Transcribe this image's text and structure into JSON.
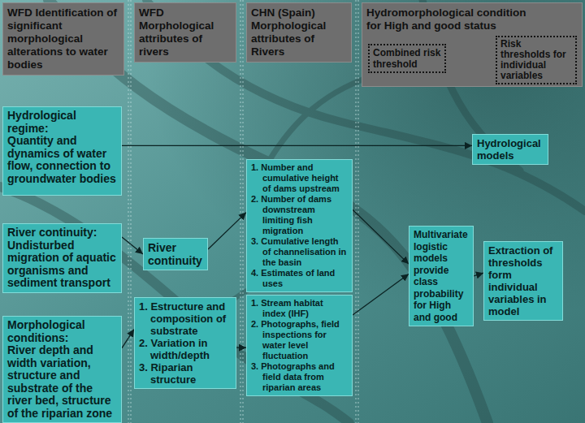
{
  "diagram": {
    "nodes": [
      {
        "text": [
          "WFD Identification of significant morphological alterations to water bodies"
        ]
      },
      {
        "text": [
          "WFD Morphological attributes of rivers"
        ]
      },
      {
        "text": [
          "CHN (Spain) Morphological attributes of Rivers"
        ]
      },
      {
        "text": [
          "Hydromorphological condition for High and good status"
        ]
      },
      {
        "text": [
          "Combined risk threshold"
        ],
        "in": 3
      },
      {
        "text": [
          "Risk thresholds for individual variables"
        ],
        "in": 3
      },
      {
        "text": [
          "Hydrological regime:",
          "Quantity and dynamics of water flow, connection to groundwater bodies"
        ]
      },
      {
        "text": [
          "Hydrological models"
        ]
      },
      {
        "text": [
          "River continuity:",
          "Undisturbed migration of aquatic organisms and sediment transport"
        ]
      },
      {
        "text": [
          "River continuity"
        ]
      },
      {
        "text": [
          "1. Number and cumulative height of dams upstream",
          "2. Number of dams downstream limiting fish migration",
          "3. Cumulative length of channelisation in the basin",
          "4. Estimates of land uses"
        ]
      },
      {
        "text": [
          "Multivariate logistic models provide class probability for High and good"
        ]
      },
      {
        "text": [
          "Extraction of thresholds form individual variables in model"
        ]
      },
      {
        "text": [
          "Morphological conditions:",
          "River depth and width variation, structure and substrate of the river bed, structure of the riparian zone"
        ]
      },
      {
        "text": [
          "1. Estructure and composition of substrate",
          "2. Variation in width/depth",
          "3. Riparian structure"
        ]
      },
      {
        "text": [
          "1. Stream habitat index (IHF)",
          "2. Photographs, field inspections for water level fluctuation",
          "3. Photographs and field data from riparian areas"
        ]
      }
    ],
    "edges": [
      {
        "from": 6,
        "to": 7,
        "arrow": "to"
      },
      {
        "from": 8,
        "to": 9,
        "arrow": "to"
      },
      {
        "from": 9,
        "to": 10,
        "arrow": "to"
      },
      {
        "from": 13,
        "to": 14,
        "arrow": "to"
      },
      {
        "from": 14,
        "to": 15,
        "arrow": "to"
      },
      {
        "from": 10,
        "to": 11,
        "arrow": "to"
      },
      {
        "from": 15,
        "to": 11,
        "arrow": "to"
      },
      {
        "from": 11,
        "to": 12,
        "arrow": "to"
      }
    ]
  }
}
